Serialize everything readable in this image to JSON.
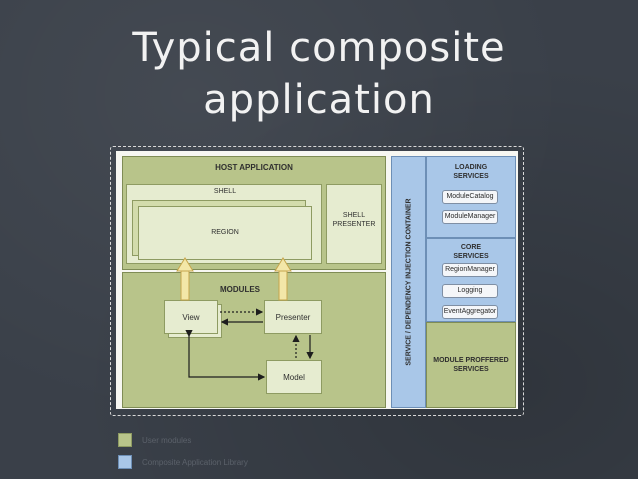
{
  "slide": {
    "title_line1": "Typical composite",
    "title_line2": "application"
  },
  "diagram": {
    "host": "HOST APPLICATION",
    "shell": "SHELL",
    "region": "REGION",
    "shell_presenter_line1": "SHELL",
    "shell_presenter_line2": "PRESENTER",
    "modules": "MODULES",
    "view": "View",
    "presenter": "Presenter",
    "model": "Model",
    "container": "SERVICE / DEPENDENCY INJECTION CONTAINER",
    "loading_line1": "LOADING",
    "loading_line2": "SERVICES",
    "module_catalog": "ModuleCatalog",
    "module_manager": "ModuleManager",
    "core_line1": "CORE",
    "core_line2": "SERVICES",
    "region_manager": "RegionManager",
    "logging": "Logging",
    "event_aggregator": "EventAggregator",
    "proffered_line1": "MODULE PROFFERED",
    "proffered_line2": "SERVICES"
  },
  "legend": {
    "items": [
      {
        "label": "User modules",
        "color": "#b8c48a"
      },
      {
        "label": "Composite Application Library",
        "color": "#a9c7e8"
      }
    ]
  },
  "colors": {
    "background": "#3a4049",
    "green": "#b8c48a",
    "blue": "#a9c7e8"
  }
}
